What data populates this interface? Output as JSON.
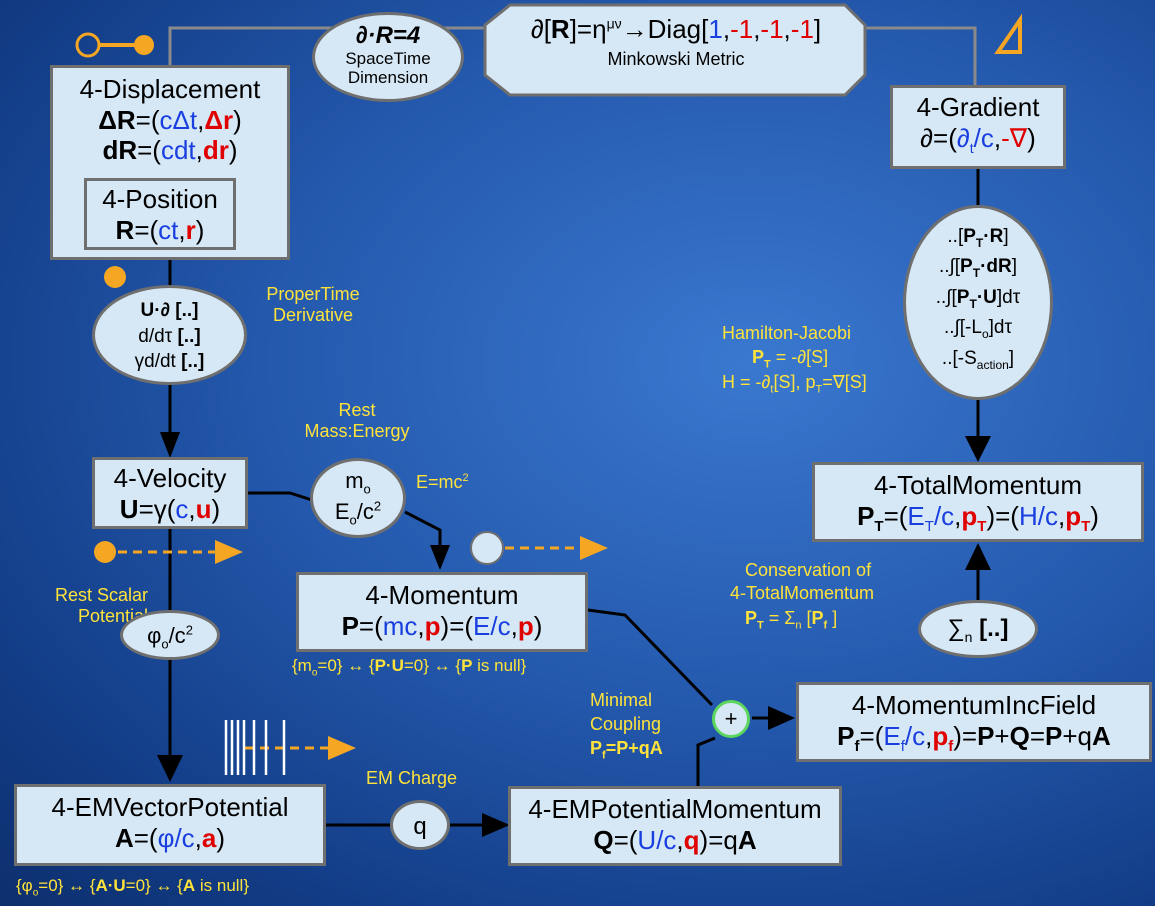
{
  "top": {
    "dim_eq": "∂·R=4",
    "dim_caption": "SpaceTime Dimension",
    "metric_eq": "∂[R]=ημν→Diag[1,-1,-1,-1]",
    "metric_caption": "Minkowski Metric"
  },
  "displacement": {
    "title": "4-Displacement",
    "eq1": "ΔR=(cΔt,Δr)",
    "eq2": "dR=(cdt,dr)"
  },
  "position": {
    "title": "4-Position",
    "eq": "R=(ct,r)"
  },
  "gradient": {
    "title": "4-Gradient",
    "eq": "∂=(∂t/c,-∇)",
    "symbol": "∆"
  },
  "proper_time": {
    "lines": [
      "U·∂ [..]",
      "d/dτ [..]",
      "γd/dt [..]"
    ],
    "caption": "ProperTime Derivative"
  },
  "action": {
    "lines": [
      "..[PT·R]",
      "..∫[PT·dR]",
      "..∫[PT·U]dτ",
      "..∫[-Lo]dτ",
      "..[-Saction]"
    ]
  },
  "hamilton": {
    "l1": "Hamilton-Jacobi",
    "l2": "PT = -∂[S]",
    "l3": "H = -∂t[S], pT=∇[S]"
  },
  "velocity": {
    "title": "4-Velocity",
    "eq": "U=γ(c,u)"
  },
  "rest_mass": {
    "caption": "Rest Mass:Energy",
    "l1": "mo",
    "l2": "Eo/c2",
    "emc2": "E=mc2"
  },
  "total_momentum": {
    "title": "4-TotalMomentum",
    "eq": "PT=(ET/c,pT)=(H/c,pT)"
  },
  "conservation": {
    "l1": "Conservation of",
    "l2": "4-TotalMomentum",
    "l3": "PT = Σn [Pf ]"
  },
  "sum": {
    "label": "∑n [..]"
  },
  "momentum": {
    "title": "4-Momentum",
    "eq": "P=(mc,p)=(E/c,p)",
    "note": "{mo=0} ↔ {P·U=0} ↔ {P is null}"
  },
  "scalar": {
    "caption": "Rest Scalar Potential",
    "label": "φo/c2"
  },
  "coupling": {
    "l1": "Minimal",
    "l2": "Coupling",
    "l3": "Pf=P+qA",
    "plus": "+"
  },
  "inc_field": {
    "title": "4-MomentumIncField",
    "eq": "Pf=(Ef/c,pf)=P+Q=P+qA"
  },
  "em_potential": {
    "title": "4-EMVectorPotential",
    "eq": "A=(φ/c,a)",
    "note": "{φo=0} ↔ {A·U=0} ↔ {A is null}"
  },
  "charge": {
    "caption": "EM Charge",
    "label": "q"
  },
  "em_momentum": {
    "title": "4-EMPotentialMomentum",
    "eq": "Q=(U/c,q)=qA"
  },
  "colors": {
    "accent_orange": "#f5a623",
    "annotation_yellow": "#ffe23a",
    "box_fill": "#d6e8f5",
    "spatial_red": "#e00000",
    "temporal_blue": "#1a3fe0"
  }
}
